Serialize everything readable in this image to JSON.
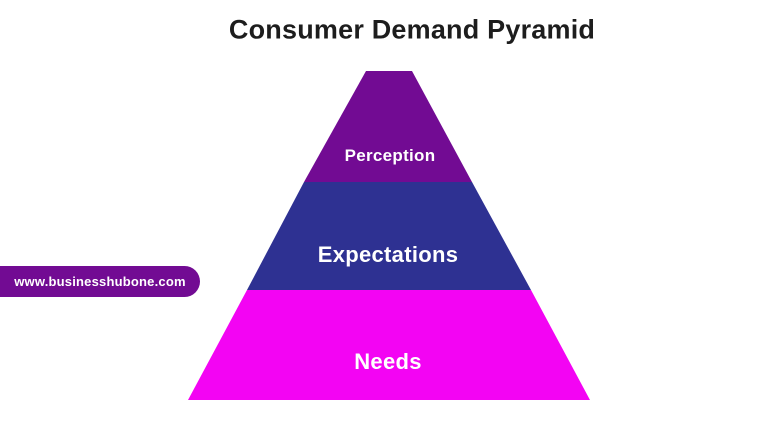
{
  "title": {
    "text": "Consumer Demand Pyramid",
    "color": "#1d1d1d"
  },
  "chart_data": {
    "type": "pyramid",
    "title": "Consumer Demand Pyramid",
    "levels": [
      {
        "label": "Perception",
        "position": "top",
        "color": "#720b93"
      },
      {
        "label": "Expectations",
        "position": "middle",
        "color": "#2e3192"
      },
      {
        "label": "Needs",
        "position": "bottom",
        "color": "#f304f3"
      }
    ]
  },
  "watermark": {
    "text": "www.businesshubone.com",
    "color": "#720b93"
  }
}
